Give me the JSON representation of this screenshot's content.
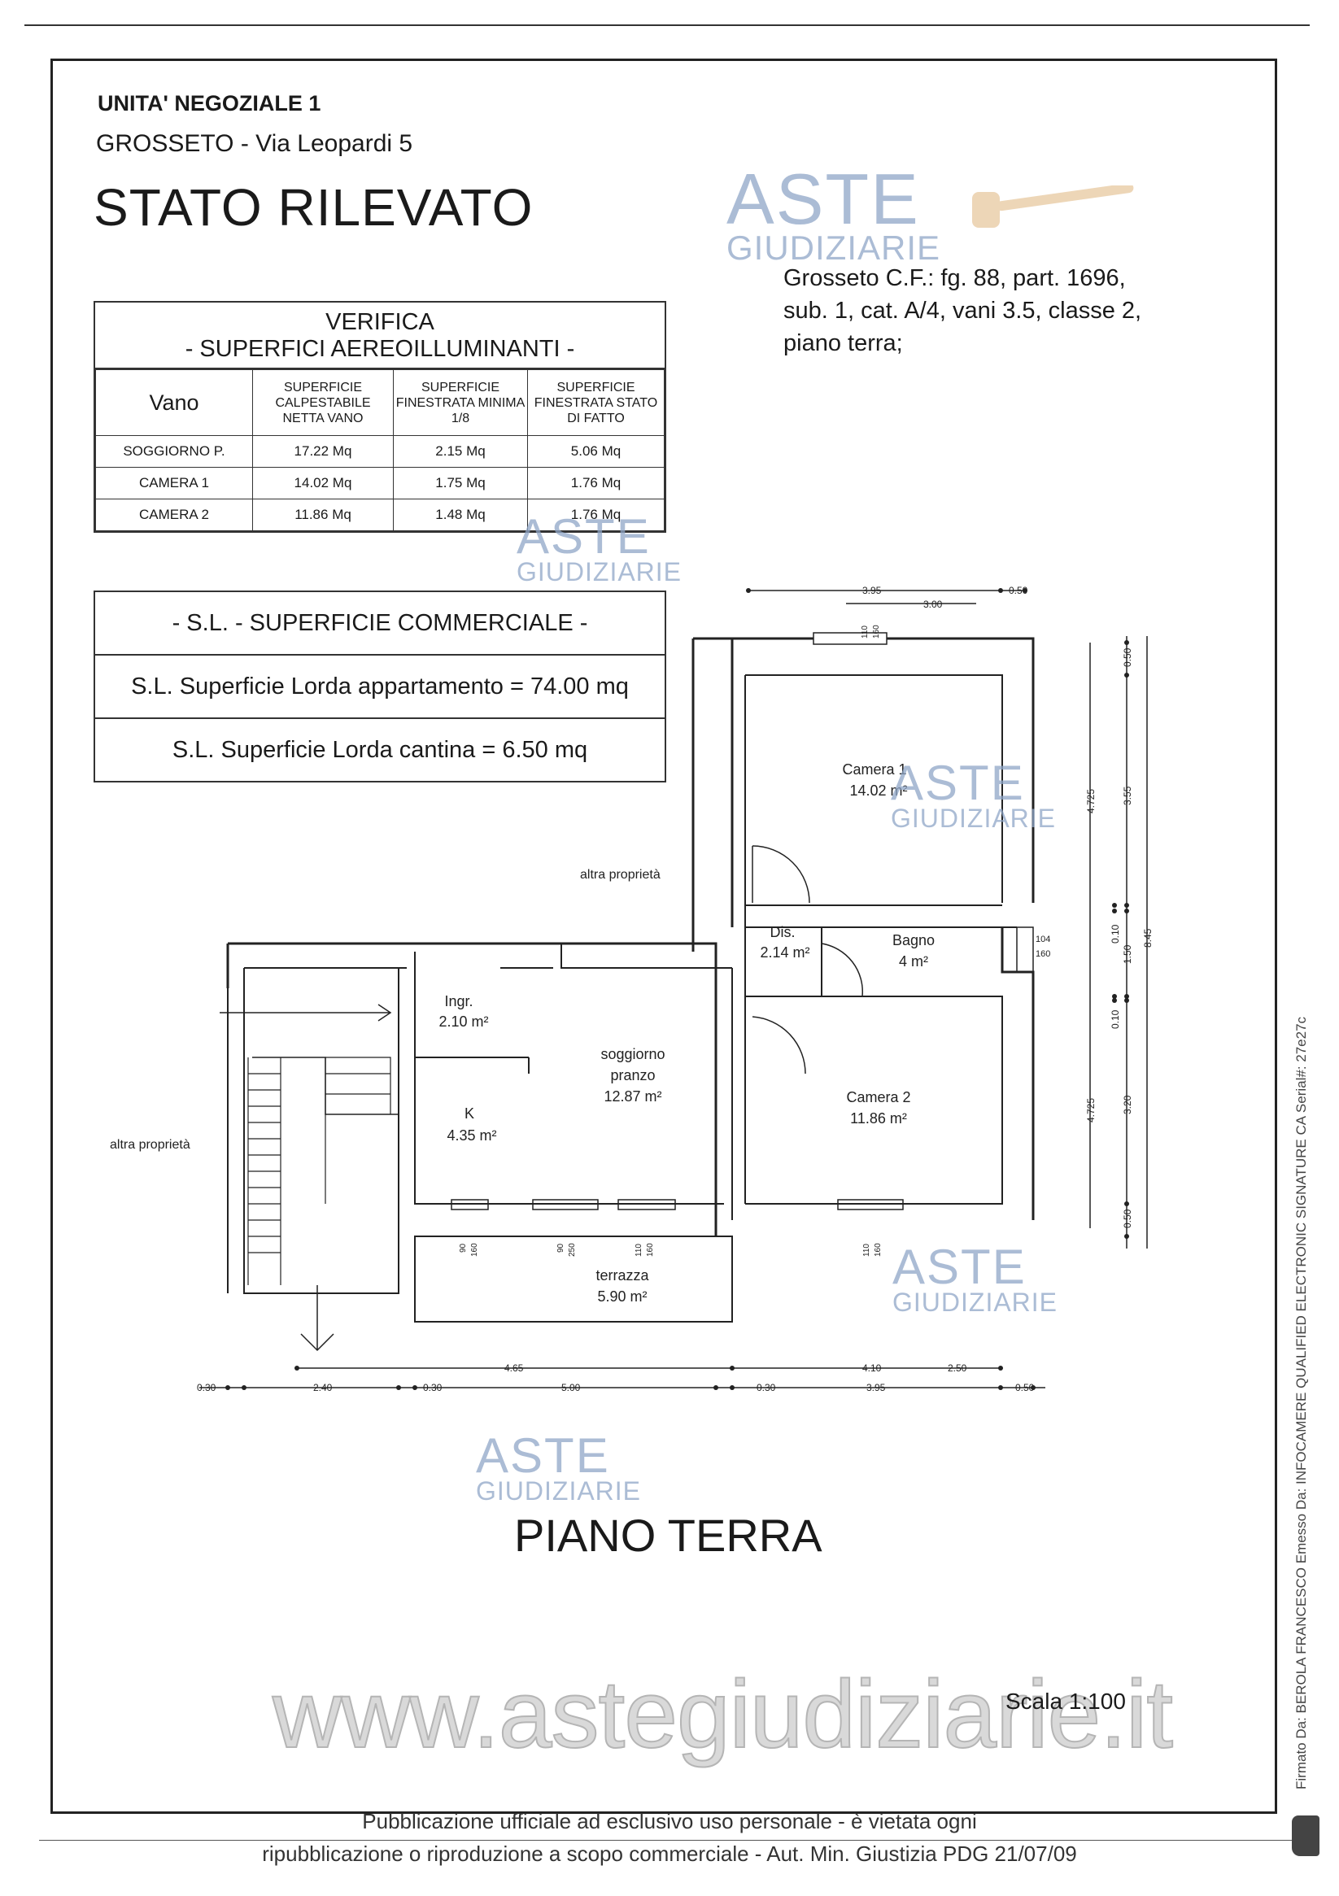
{
  "header": {
    "unit": "UNITA' NEGOZIALE 1",
    "address": "GROSSETO -  Via Leopardi 5",
    "stato": "STATO RILEVATO"
  },
  "cadastral": {
    "line1": "Grosseto    C.F.: fg. 88, part. 1696,",
    "line2": "sub. 1, cat. A/4, vani 3.5, classe 2,",
    "line3": "piano terra;"
  },
  "verifica": {
    "title1": "VERIFICA",
    "title2": "- SUPERFICI AEREOILLUMINANTI -",
    "columns": [
      "Vano",
      "SUPERFICIE CALPESTABILE NETTA VANO",
      "SUPERFICIE FINESTRATA MINIMA 1/8",
      "SUPERFICIE FINESTRATA STATO DI FATTO"
    ],
    "rows": [
      {
        "vano": "SOGGIORNO P.",
        "calp": "17.22    Mq",
        "min": "2.15    Mq",
        "fatto": "5.06    Mq"
      },
      {
        "vano": "CAMERA 1",
        "calp": "14.02    Mq",
        "min": "1.75    Mq",
        "fatto": "1.76    Mq"
      },
      {
        "vano": "CAMERA 2",
        "calp": "11.86    Mq",
        "min": "1.48    Mq",
        "fatto": "1.76    Mq"
      }
    ]
  },
  "commerciale": {
    "title": "- S.L. - SUPERFICIE COMMERCIALE -",
    "appartamento": "S.L. Superficie Lorda appartamento = 74.00 mq",
    "cantina": "S.L. Superficie Lorda cantina = 6.50 mq"
  },
  "plan": {
    "rooms": {
      "camera1": {
        "name": "Camera 1",
        "area": "14.02 m²"
      },
      "camera2": {
        "name": "Camera 2",
        "area": "11.86 m²"
      },
      "bagno": {
        "name": "Bagno",
        "area": "4 m²"
      },
      "dis": {
        "name": "Dis.",
        "area": "2.14 m²"
      },
      "ingr": {
        "name": "Ingr.",
        "area": "2.10 m²"
      },
      "soggiorno": {
        "name1": "soggiorno",
        "name2": "pranzo",
        "area": "12.87 m²"
      },
      "cucina": {
        "name": "K",
        "area": "4.35 m²"
      },
      "terrazza": {
        "name": "terrazza",
        "area": "5.90 m²"
      }
    },
    "altra1": "altra proprietà",
    "altra2": "altra proprietà",
    "dims_top": [
      "3.95",
      "0.50",
      "3.00"
    ],
    "dims_right_inner": [
      "0.50",
      "3.55",
      "0.10",
      "1.50",
      "0.10",
      "3.20",
      "0.50"
    ],
    "dims_right_mid": [
      "4.725",
      "4.725"
    ],
    "dims_right_outer": "8.45",
    "dims_bottom1": [
      "4.65",
      "4.10",
      "2.50"
    ],
    "dims_bottom2": [
      "0.30",
      "2.40",
      "0.30",
      "5.00",
      "0.30",
      "3.95",
      "0.50"
    ],
    "windows": {
      "w_cam1": [
        "110",
        "160"
      ],
      "w_bagno": [
        "104",
        "160"
      ],
      "w_k": [
        "90",
        "160"
      ],
      "w_sogg1": [
        "90",
        "250"
      ],
      "w_sogg2": [
        "110",
        "160"
      ],
      "w_cam2": [
        "110",
        "160"
      ]
    }
  },
  "title_plan": "PIANO TERRA",
  "scala": "Scala 1:100",
  "watermark": {
    "w1": "ASTE",
    "w2": "GIUDIZIARIE",
    "site": "www.astegiudiziarie.it"
  },
  "footer": {
    "line1": "Pubblicazione ufficiale ad esclusivo uso personale - è vietata ogni",
    "line2": "ripubblicazione o riproduzione a scopo commerciale - Aut. Min. Giustizia PDG 21/07/09"
  },
  "signature": "Firmato Da: BEROLA FRANCESCO Emesso Da: INFOCAMERE QUALIFIED ELECTRONIC SIGNATURE CA Serial#: 27e27c"
}
